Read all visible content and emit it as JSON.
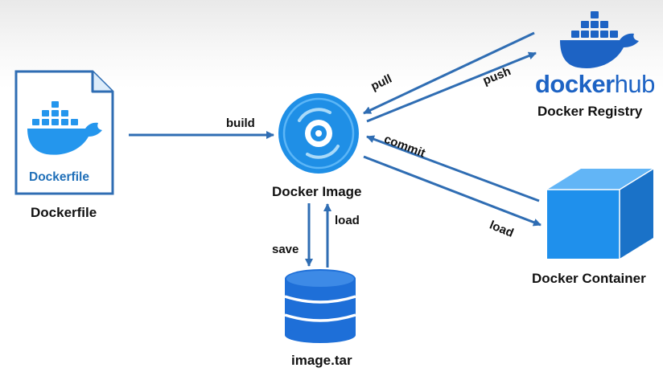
{
  "nodes": {
    "dockerfile": {
      "label": "Dockerfile",
      "doc_text": "Dockerfile"
    },
    "image": {
      "label": "Docker Image"
    },
    "registry": {
      "label": "Docker Registry",
      "logo_word_1": "docker",
      "logo_word_2": "hub"
    },
    "container": {
      "label": "Docker Container"
    },
    "tar": {
      "label": "image.tar"
    }
  },
  "edges": {
    "build": "build",
    "pull": "pull",
    "push": "push",
    "commit": "commit",
    "load_container": "load",
    "save": "save",
    "load_tar": "load"
  },
  "icons": {
    "dockerfile": "docker-whale-document-icon",
    "image": "disc-icon",
    "registry": "docker-whale-icon",
    "container": "cube-icon",
    "tar": "database-icon"
  },
  "colors": {
    "arrow": "#2f6db3",
    "docker_blue": "#2496ed",
    "dark_blue": "#1d63c4",
    "image_blue": "#1f8fe6",
    "cube_front": "#1f90ec",
    "cube_top": "#62b5f6",
    "cube_side": "#1a72c8",
    "db_blue": "#1e6fd8"
  }
}
